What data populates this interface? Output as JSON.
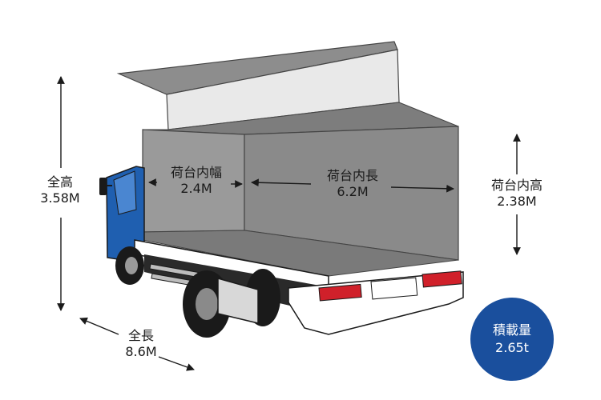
{
  "labels": {
    "total_height": {
      "name": "全高",
      "value": "3.58M"
    },
    "bed_inner_width": {
      "name": "荷台内幅",
      "value": "2.4M"
    },
    "bed_inner_length": {
      "name": "荷台内長",
      "value": "6.2M"
    },
    "bed_inner_height": {
      "name": "荷台内高",
      "value": "2.38M"
    },
    "total_length": {
      "name": "全長",
      "value": "8.6M"
    }
  },
  "payload": {
    "name": "積載量",
    "value": "2.65t"
  },
  "colors": {
    "cab_blue": "#1f5fb0",
    "badge_blue": "#1a4f9d",
    "box_grey": "#8a8a8a",
    "lamp_red": "#d0202a"
  }
}
